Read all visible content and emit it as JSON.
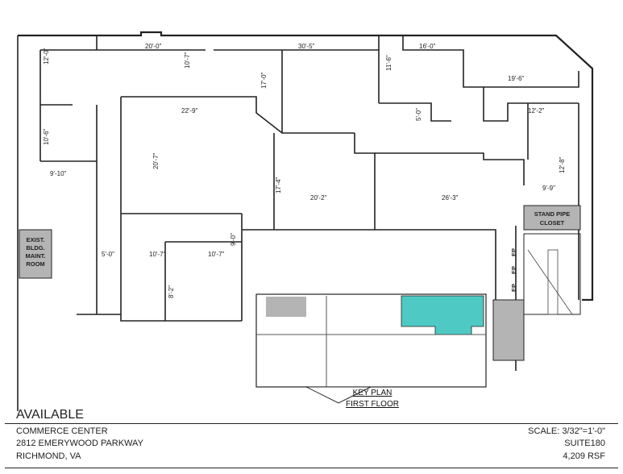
{
  "title_block": {
    "status": "AVAILABLE",
    "building": "COMMERCE CENTER",
    "address": "2812 EMERYWOOD PARKWAY",
    "city": "RICHMOND, VA",
    "scale": "SCALE:  3/32\"=1'-0\"",
    "suite": "SUITE180",
    "area": "4,209 RSF"
  },
  "key_plan": {
    "title": "KEY PLAN",
    "subtitle": "FIRST FLOOR",
    "highlight_color": "#4fc9c4"
  },
  "rooms": {
    "maint": [
      "EXIST.",
      "BLDG.",
      "MAINT.",
      "ROOM"
    ],
    "standpipe": [
      "STAND PIPE",
      "CLOSET"
    ],
    "ep": [
      "EP",
      "EP",
      "EP"
    ]
  },
  "dimensions": {
    "d1": "20'-0\"",
    "d2": "30'-5\"",
    "d3": "16'-0\"",
    "d4": "12'-0\"",
    "d5": "10'-7\"",
    "d6": "17'-0\"",
    "d7": "11'-6\"",
    "d8": "19'-6\"",
    "d9": "22'-9\"",
    "d10": "5'-0\"",
    "d11": "12'-2\"",
    "d12": "10'-6\"",
    "d13": "9'-10\"",
    "d14": "20'-7\"",
    "d15": "12'-8\"",
    "d16": "17'-4\"",
    "d17": "20'-2\"",
    "d18": "26'-3\"",
    "d19": "9'-9\"",
    "d20": "9'-0\"",
    "d21": "5'-0\"",
    "d22": "10'-7\"",
    "d23": "10'-7\"",
    "d24": "8'-2\""
  },
  "colors": {
    "wall": "#222222",
    "gray_fill": "#b4b4b4",
    "accent": "#4fc9c4"
  }
}
